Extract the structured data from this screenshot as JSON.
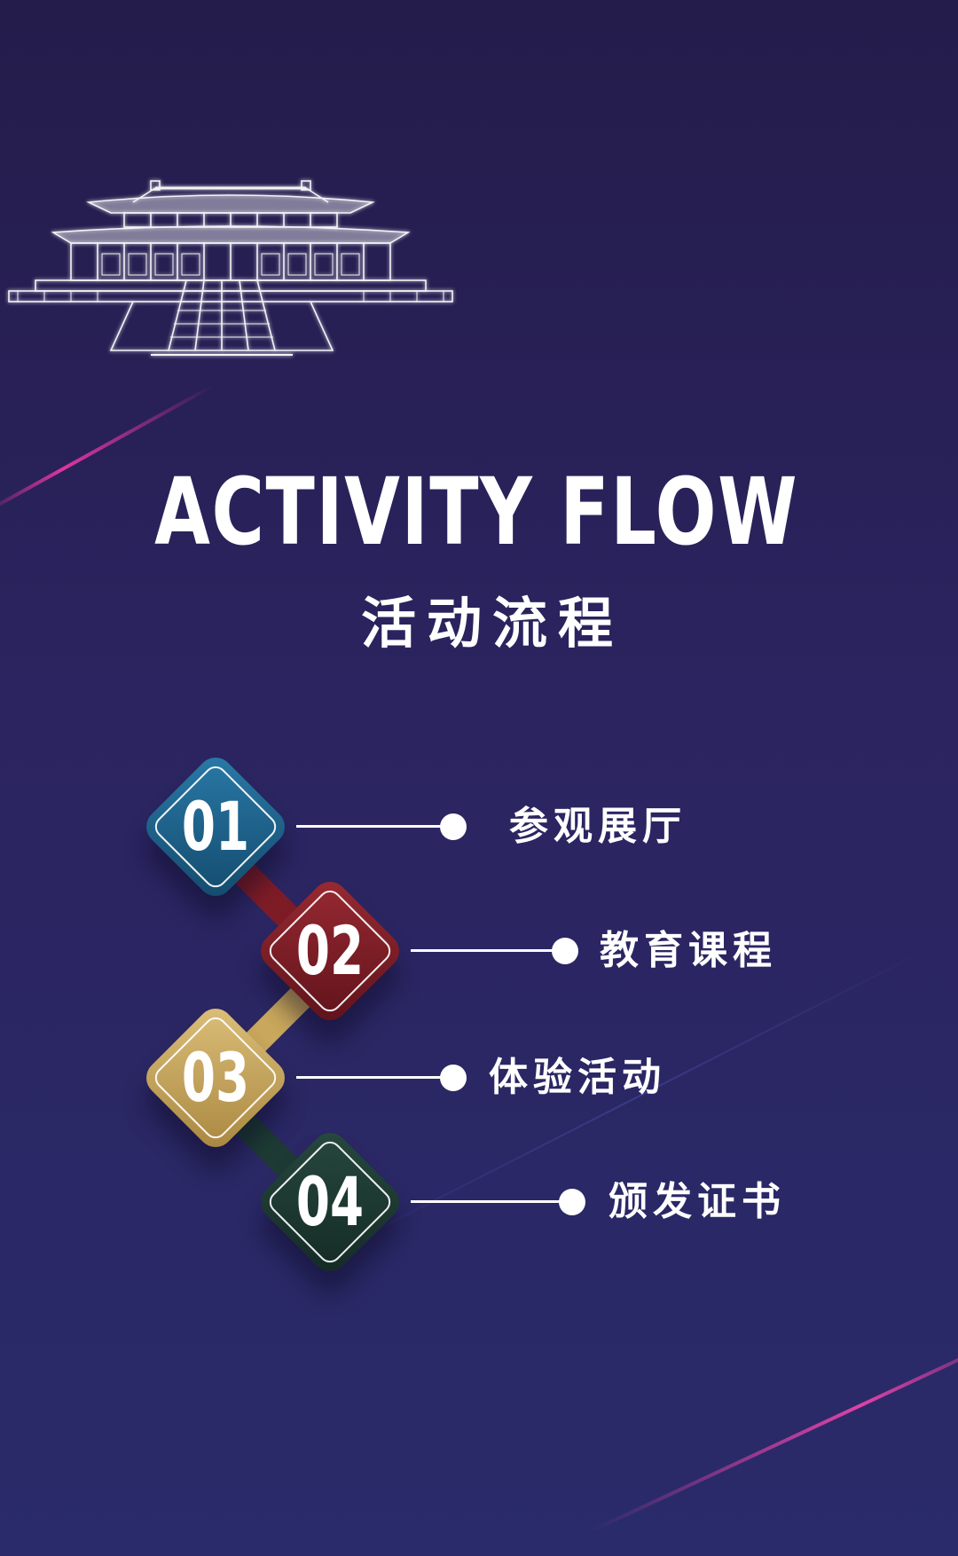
{
  "title_en": "ACTIVITY FLOW",
  "title_cn": "活动流程",
  "steps": [
    {
      "number": "01",
      "label": "参观展厅",
      "color": "#1c5f86"
    },
    {
      "number": "02",
      "label": "教育课程",
      "color": "#7e1c26"
    },
    {
      "number": "03",
      "label": "体验活动",
      "color": "#c9a75c"
    },
    {
      "number": "04",
      "label": "颁发证书",
      "color": "#1d3b34"
    }
  ]
}
